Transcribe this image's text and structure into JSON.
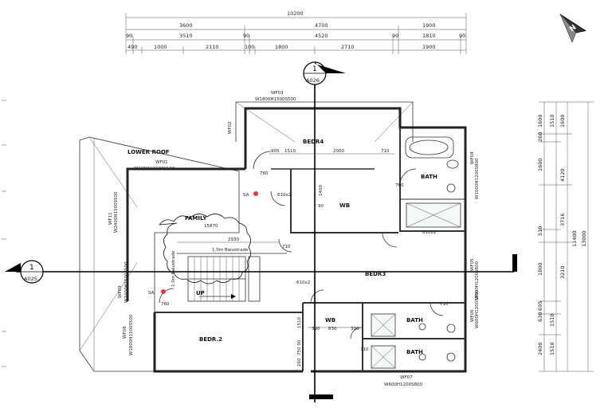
{
  "dimensions": {
    "top_total": "10200",
    "top_row1": [
      "3600",
      "4700",
      "1900"
    ],
    "top_row2": [
      "90",
      "3510",
      "90",
      "4520",
      "90",
      "1810",
      "90"
    ],
    "top_row3": [
      "490",
      "1000",
      "2110",
      "100",
      "1800",
      "2710",
      "1900"
    ],
    "right_col1": [
      "1600",
      "260",
      "1600",
      "510",
      "1800",
      "695",
      "630",
      "2400"
    ],
    "right_col2": [
      "1510",
      "4120",
      "3210",
      "1510",
      "1510"
    ],
    "right_col3": [
      "1600",
      "3716",
      "11400"
    ],
    "right_total": "13000"
  },
  "section_markers": {
    "top": {
      "num": "1",
      "ref": "A026"
    },
    "left": {
      "num": "1",
      "ref": "A025"
    }
  },
  "rooms": {
    "lower_roof": "LOWER ROOF",
    "bedr4": "BEDR4",
    "bath_top": "BATH",
    "family": "FAMILY",
    "wb_upper": "WB",
    "bedr3": "BEDR3",
    "bedr2": "BEDR.2",
    "wb_lower": "WB",
    "bath_mid": "BATH",
    "bath_low": "BATH",
    "up": "UP"
  },
  "window_tags": {
    "wf03": "WF03",
    "wf03_size": "W1800H1500S500",
    "wf01": "WF01",
    "wf01_size": "W1000H1500S500",
    "wf07": "WF07",
    "wf07_size": "W600H1200S800",
    "wf02": "WF02",
    "wf04": "WF04",
    "wf04_size": "W1000H1200S800",
    "wf05": "WF05",
    "wf05_size": "W900H1200S800",
    "wf06": "WF06",
    "wf06_size": "W600H1200S800",
    "wf11": "WF11",
    "wf11_size": "W2400H1500S500",
    "wf09": "WF09",
    "wf09_size": "W2400H1500S500",
    "wf08": "WF08",
    "wf08_size": "W1800H1500S500"
  },
  "annotations": {
    "d_905": "905",
    "d_1510": "1510",
    "d_2000": "2000",
    "d_710_a": "710",
    "d_760_a": "760",
    "d_610x2_a": "610x2",
    "d_1400": "1400",
    "d_90": "90",
    "d_760_b": "760",
    "d_610x2_b": "610x2",
    "d_1587": "15870",
    "d_2930": "2930",
    "d_710_b": "710",
    "balustrade": "1.0m Balustrade",
    "d_610x2_c": "610x2",
    "d_760_c": "760",
    "d_710_c": "710",
    "d_830": "830",
    "d_390_a": "390",
    "d_390_b": "390",
    "d_710_d": "710",
    "d_1510v": "1510",
    "d_750": "750 90",
    "d_260": "260",
    "sa1": "SA",
    "sa2": "SA",
    "balustrade_left": "1.0m Balustrade"
  },
  "north_arrow": "N"
}
